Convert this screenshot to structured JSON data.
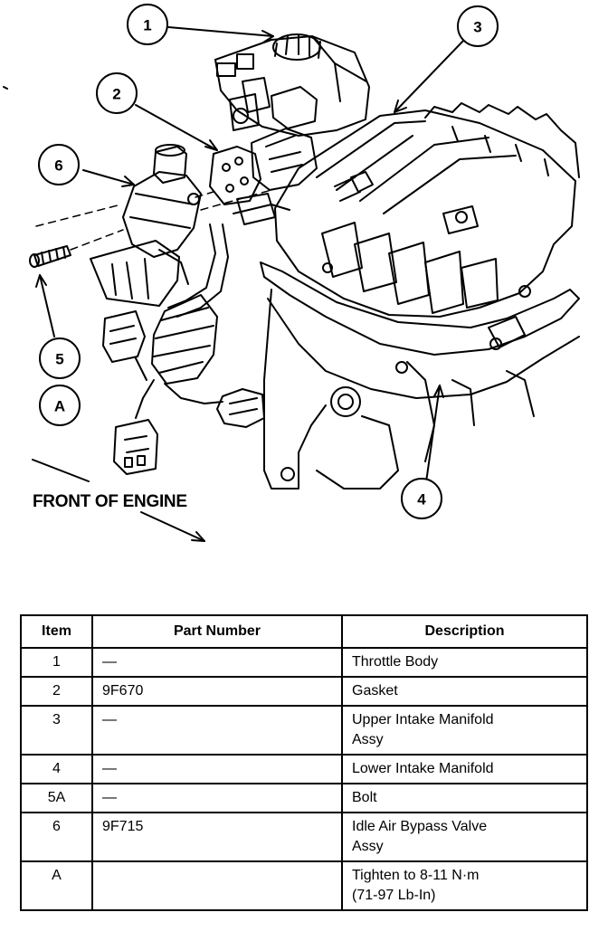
{
  "diagram": {
    "callouts": [
      "1",
      "2",
      "3",
      "4",
      "5",
      "A",
      "6"
    ],
    "front_label": "FRONT OF ENGINE"
  },
  "table": {
    "headers": [
      "Item",
      "Part Number",
      "Description"
    ],
    "rows": [
      {
        "item": "1",
        "part": "—",
        "desc": [
          "Throttle Body"
        ]
      },
      {
        "item": "2",
        "part": "9F670",
        "desc": [
          "Gasket"
        ]
      },
      {
        "item": "3",
        "part": "—",
        "desc": [
          "Upper Intake Manifold",
          "Assy"
        ]
      },
      {
        "item": "4",
        "part": "—",
        "desc": [
          "Lower Intake Manifold"
        ]
      },
      {
        "item": "5A",
        "part": "—",
        "desc": [
          "Bolt"
        ]
      },
      {
        "item": "6",
        "part": "9F715",
        "desc": [
          "Idle Air Bypass Valve",
          "Assy"
        ]
      },
      {
        "item": "A",
        "part": "",
        "desc": [
          "Tighten to 8-11 N·m",
          "(71-97 Lb-In)"
        ]
      }
    ]
  }
}
